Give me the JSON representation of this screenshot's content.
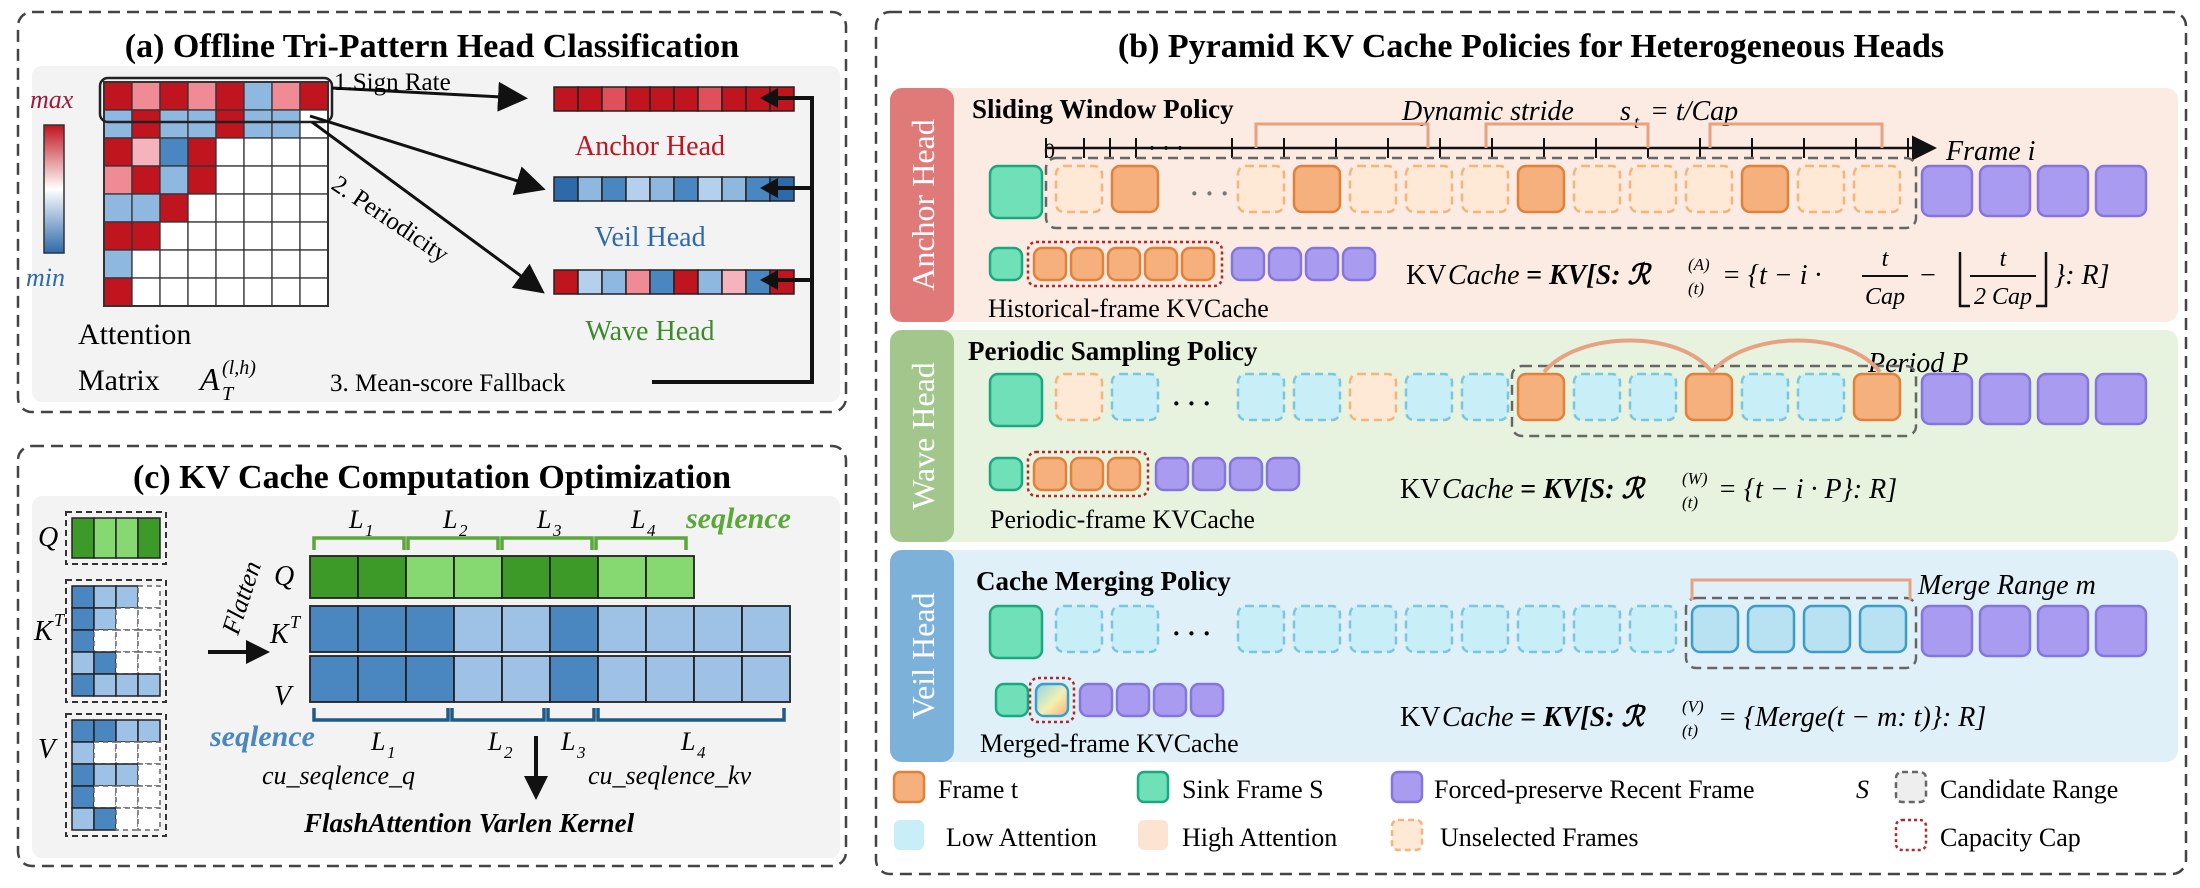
{
  "panel_a": {
    "title": "(a) Offline Tri-Pattern Head Classification",
    "scale_max": "max",
    "scale_min": "min",
    "step1": "1.Sign Rate",
    "step2": "2. Periodicity",
    "step3": "3. Mean-score Fallback",
    "anchor_label": "Anchor Head",
    "veil_label": "Veil Head",
    "wave_label": "Wave Head",
    "attention_line1": "Attention",
    "attention_line2": "Matrix",
    "attention_symbol": "A",
    "attention_sub": "T",
    "attention_sup": "(l,h)"
  },
  "panel_b": {
    "title": "(b) Pyramid KV Cache Policies for Heterogeneous Heads",
    "anchor": {
      "side_label": "Anchor Head",
      "policy": "Sliding Window Policy",
      "stride_text": "Dynamic stride",
      "stride_symbol": "s",
      "stride_sub": "t",
      "stride_formula": "= t/Cap",
      "frame_axis": "Frame i",
      "axis_zero": "0",
      "ellipsis": "· · ·",
      "cache_label": "Historical-frame KVCache",
      "formula_pre": "KV",
      "formula_cache": "Cache",
      "formula_eq": "= KV[S: ℛ",
      "formula_sup": "(A)",
      "formula_sub": "(t)",
      "formula_body": "= {t − i ·",
      "frac1_num": "t",
      "frac1_den": "Cap",
      "frac2_num": "t",
      "frac2_den": "2 Cap",
      "formula_end": "}: R]",
      "minus": "−"
    },
    "wave": {
      "side_label": "Wave Head",
      "policy": "Periodic Sampling Policy",
      "period_label": "Period P",
      "ellipsis": "· · ·",
      "cache_label": "Periodic-frame KVCache",
      "formula_pre": "KV",
      "formula_cache": "Cache",
      "formula_eq": "= KV[S: ℛ",
      "formula_sup": "(W)",
      "formula_sub": "(t)",
      "formula_body": "= {t − i · P}: R]"
    },
    "veil": {
      "side_label": "Veil Head",
      "policy": "Cache Merging Policy",
      "merge_label": "Merge Range m",
      "ellipsis": "· · ·",
      "cache_label": "Merged-frame KVCache",
      "formula_pre": "KV",
      "formula_cache": "Cache",
      "formula_eq": "= KV[S: ℛ",
      "formula_sup": "(V)",
      "formula_sub": "(t)",
      "formula_body": "= {Merge(t − m: t)}: R]"
    },
    "legend": {
      "frame_t": "Frame t",
      "sink": "Sink Frame S",
      "recent": "Forced-preserve Recent Frame",
      "recent_sym": "S",
      "candidate": "Candidate Range",
      "low": "Low Attention",
      "high": "High Attention",
      "unselected": "Unselected Frames",
      "capacity": "Capacity Cap"
    }
  },
  "panel_c": {
    "title": "(c) KV Cache Computation Optimization",
    "q": "Q",
    "kt": "K",
    "kt_sup": "T",
    "v": "V",
    "flatten": "Flatten",
    "seq_top": "seqlence",
    "seq_bottom": "seqlence",
    "l1": "L",
    "l2": "L",
    "l3": "L",
    "l4": "L",
    "s1": "1",
    "s2": "2",
    "s3": "3",
    "s4": "4",
    "cu_q": "cu_seqlence_q",
    "cu_kv": "cu_seqlence_kv",
    "kernel": "FlashAttention Varlen Kernel"
  },
  "colors": {
    "anchor_red": "#c0141e",
    "veil_blue": "#2e6aaa",
    "wave_green": "#3d8a2a",
    "seq_green": "#5aa83a",
    "seq_blue": "#4a86c0",
    "frame_orange": "#f5b07e",
    "sink_green": "#6fe0b8",
    "recent_purple": "#a99cf0",
    "low_cyan": "#c8eef8",
    "high_peach": "#fde3d2"
  }
}
